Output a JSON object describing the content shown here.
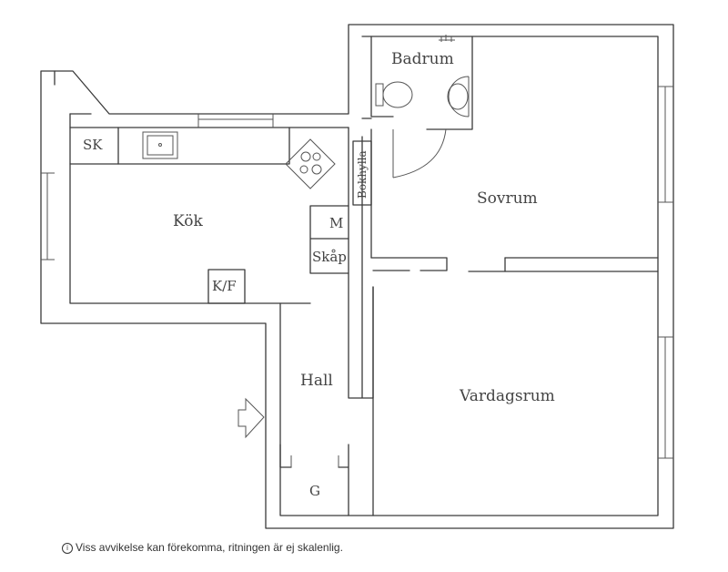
{
  "rooms": {
    "badrum": "Badrum",
    "sovrum": "Sovrum",
    "kok": "Kök",
    "hall": "Hall",
    "vardagsrum": "Vardagsrum"
  },
  "fixtures": {
    "sk": "SK",
    "m": "M",
    "skap": "Skåp",
    "kf": "K/F",
    "bokhylla": "Bokhylla",
    "g": "G"
  },
  "disclaimer": {
    "icon": "info-circle-icon",
    "text": "Viss avvikelse kan förekomma, ritningen är ej skalenlig."
  }
}
